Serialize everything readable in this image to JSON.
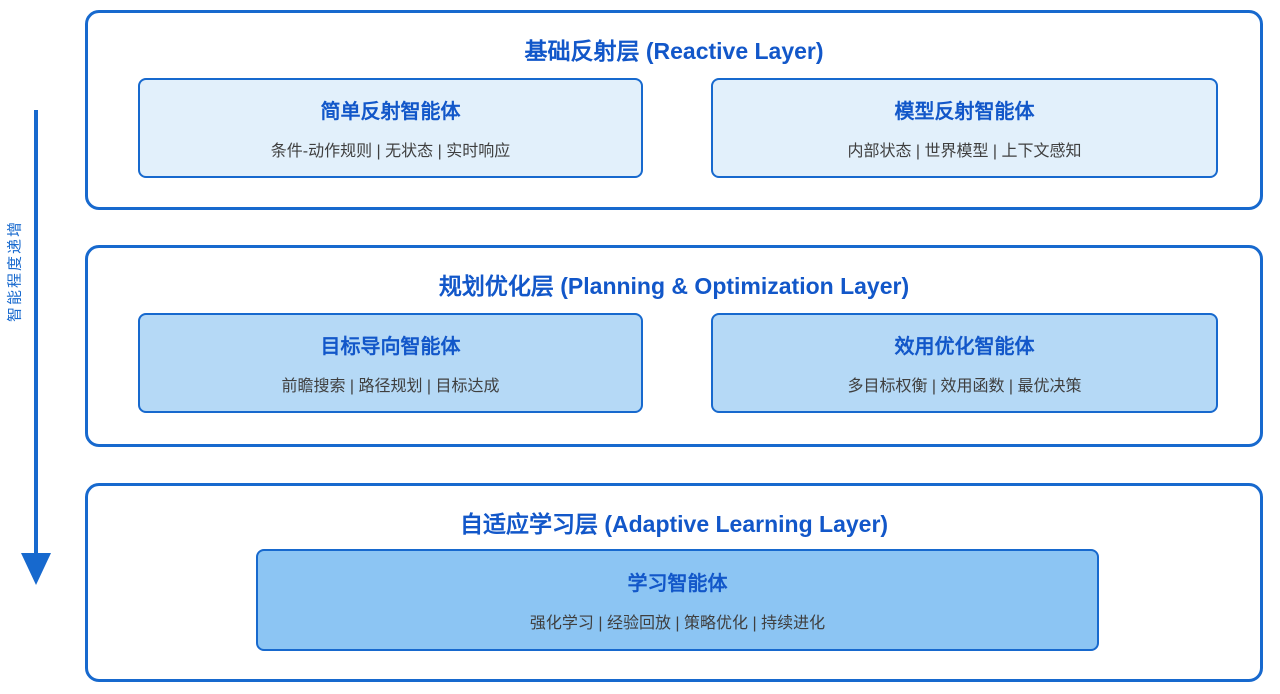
{
  "diagram": {
    "axis_label": "智能程度递增",
    "layers": [
      {
        "title": "基础反射层 (Reactive Layer)",
        "cards": [
          {
            "title": "简单反射智能体",
            "subtitle": "条件-动作规则 | 无状态 | 实时响应"
          },
          {
            "title": "模型反射智能体",
            "subtitle": "内部状态 | 世界模型 | 上下文感知"
          }
        ]
      },
      {
        "title": "规划优化层 (Planning & Optimization Layer)",
        "cards": [
          {
            "title": "目标导向智能体",
            "subtitle": "前瞻搜索 | 路径规划 | 目标达成"
          },
          {
            "title": "效用优化智能体",
            "subtitle": "多目标权衡 | 效用函数 | 最优决策"
          }
        ]
      },
      {
        "title": "自适应学习层 (Adaptive Learning Layer)",
        "cards": [
          {
            "title": "学习智能体",
            "subtitle": "强化学习 | 经验回放 | 策略优化 | 持续进化"
          }
        ]
      }
    ],
    "colors": {
      "border": "#1769CE",
      "title_text": "#1257C9",
      "subtitle_text": "#3F3F3F",
      "card_fill_level1": "#E2F0FB",
      "card_fill_level2": "#B5D9F6",
      "card_fill_level3": "#8CC5F3"
    }
  }
}
